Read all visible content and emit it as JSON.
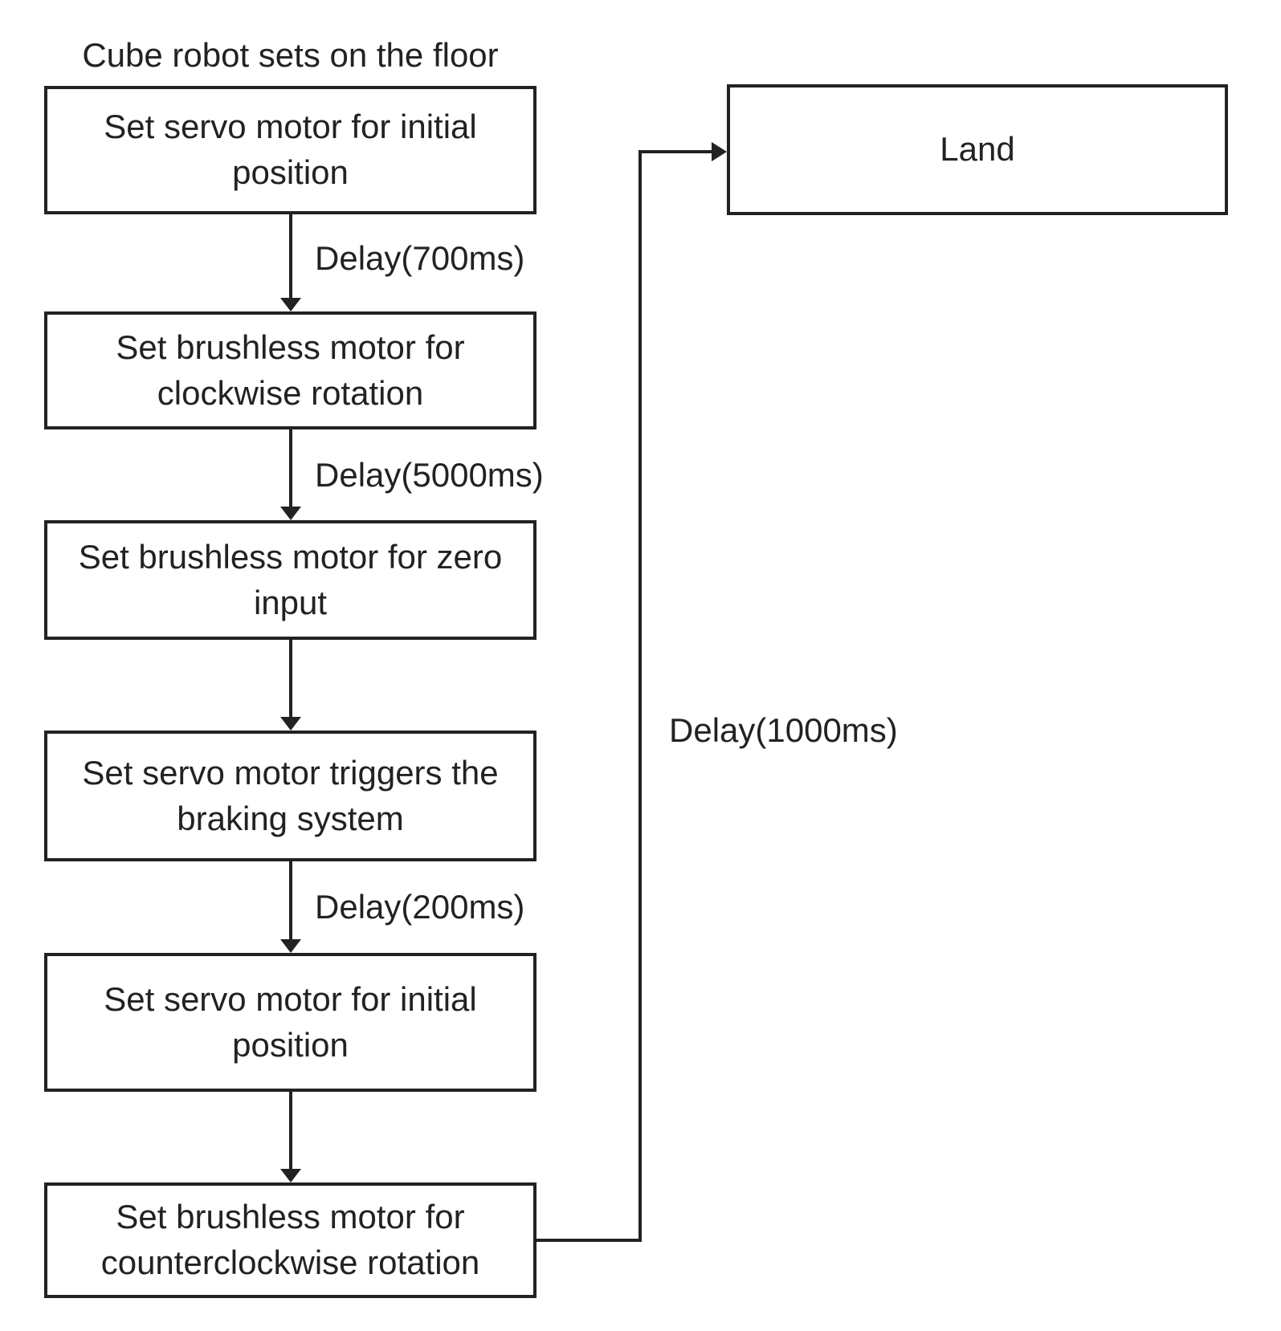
{
  "diagram": {
    "title": "Cube robot sets on the floor",
    "nodes": {
      "step1": {
        "label": "Set servo motor for initial\nposition"
      },
      "step2": {
        "label": "Set brushless motor for\nclockwise rotation"
      },
      "step3": {
        "label": "Set brushless motor for zero\ninput"
      },
      "step4": {
        "label": "Set servo motor triggers the\nbraking system"
      },
      "step5": {
        "label": "Set servo motor for initial\nposition"
      },
      "step6": {
        "label": "Set brushless motor for\ncounterclockwise rotation"
      },
      "land": {
        "label": "Land"
      }
    },
    "edge_labels": {
      "step1_step2": "Delay(700ms)",
      "step2_step3": "Delay(5000ms)",
      "step4_step5": "Delay(200ms)",
      "step6_land": "Delay(1000ms)"
    },
    "colors": {
      "ink": "#222222",
      "background": "#ffffff"
    }
  }
}
